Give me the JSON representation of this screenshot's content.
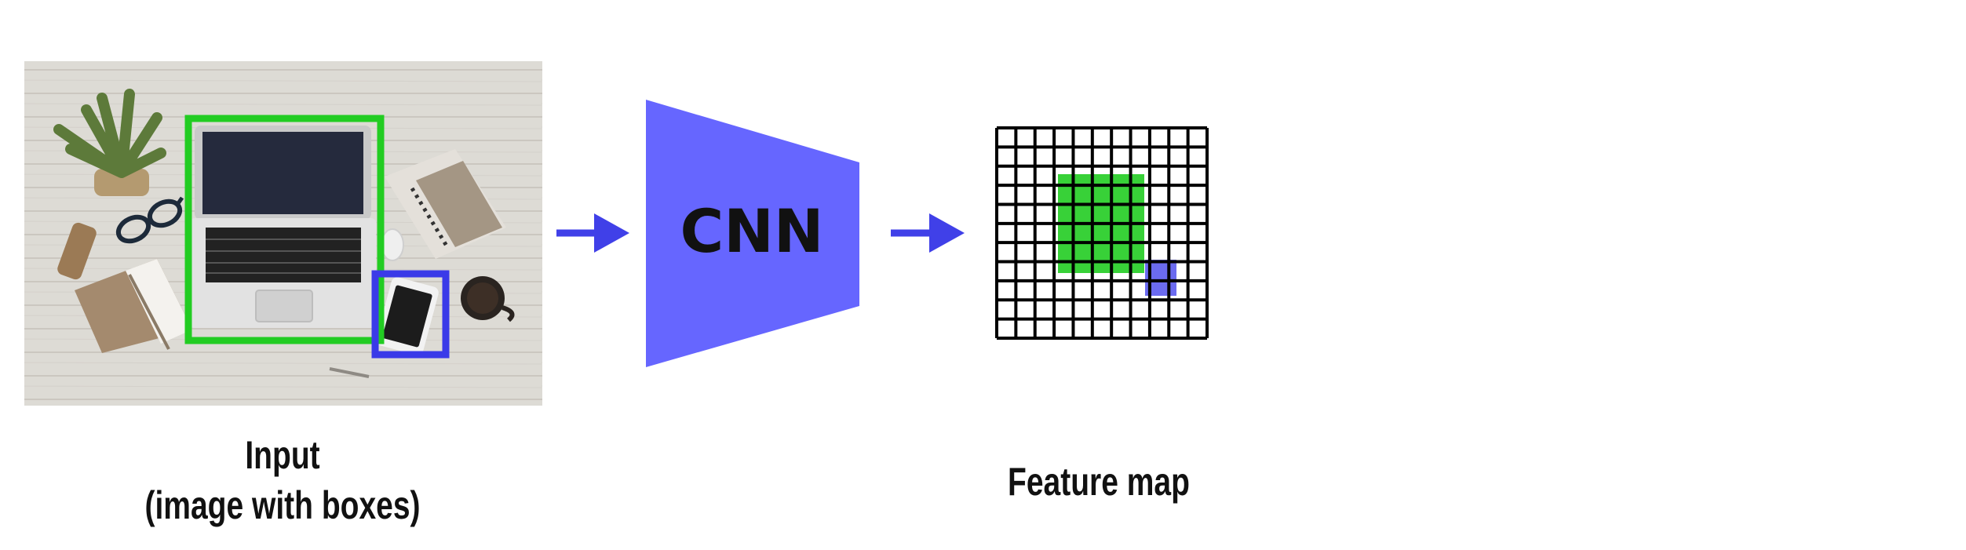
{
  "input": {
    "caption_line1": "Input",
    "caption_line2": "(image with boxes)",
    "photo_objects": [
      "plant-icon",
      "glasses-icon",
      "laptop-icon",
      "notebook-icon",
      "mouse-icon",
      "phone-icon",
      "cup-icon",
      "pen-icon"
    ]
  },
  "network": {
    "label": "CNN"
  },
  "feature_map": {
    "caption": "Feature map",
    "grid_rows": 11,
    "grid_cols": 11
  },
  "colors": {
    "green_box": "#22cc22",
    "blue_box": "#3a3ae8",
    "cnn_fill": "#6666ff",
    "arrow": "#4040e8",
    "grid_line": "#000000"
  }
}
